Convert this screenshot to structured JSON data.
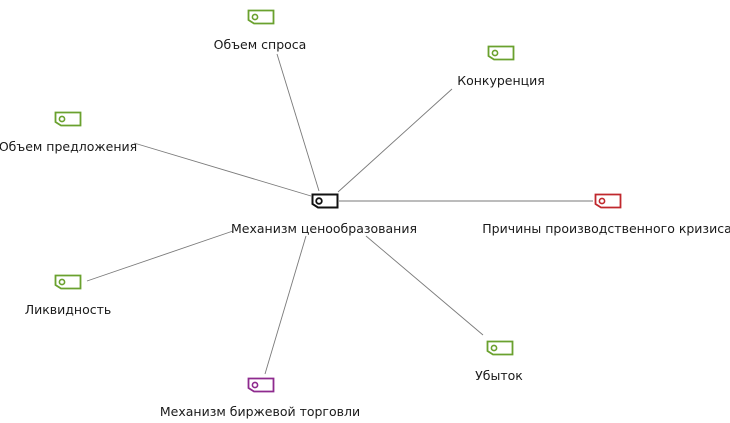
{
  "diagram": {
    "center": {
      "label": "Механизм ценообразования",
      "color": "#111111"
    },
    "nodes": [
      {
        "id": "demand",
        "label": "Объем спроса",
        "color": "#6aa12e"
      },
      {
        "id": "competition",
        "label": "Конкуренция",
        "color": "#6aa12e"
      },
      {
        "id": "supply",
        "label": "Объем предложения",
        "color": "#6aa12e"
      },
      {
        "id": "crisis",
        "label": "Причины производственного кризиса",
        "color": "#c0282d"
      },
      {
        "id": "liquidity",
        "label": "Ликвидность",
        "color": "#6aa12e"
      },
      {
        "id": "loss",
        "label": "Убыток",
        "color": "#6aa12e"
      },
      {
        "id": "exchange",
        "label": "Механизм биржевой торговли",
        "color": "#8e2a8e"
      }
    ],
    "edge_color": "#7a7a7a"
  }
}
